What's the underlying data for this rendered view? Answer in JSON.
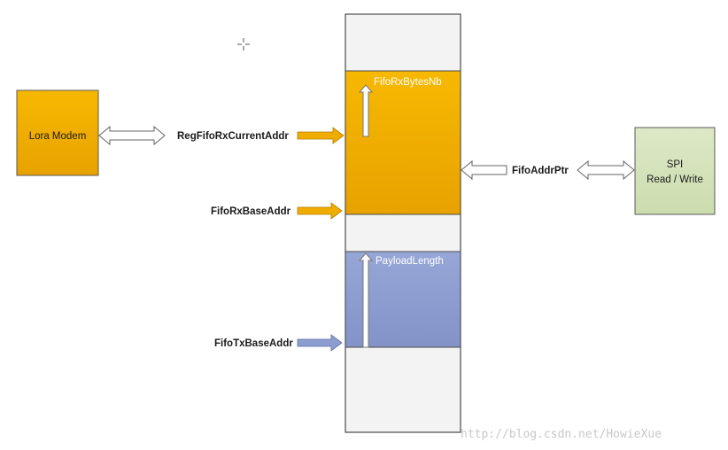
{
  "lora_modem": {
    "label": "Lora Modem"
  },
  "spi": {
    "line1": "SPI",
    "line2": "Read / Write"
  },
  "pointers": {
    "rx_current": "RegFifoRxCurrentAddr",
    "rx_base": "FifoRxBaseAddr",
    "tx_base": "FifoTxBaseAddr",
    "addr_ptr": "FifoAddrPtr"
  },
  "fifo": {
    "rx_bytes": "FifoRxBytesNb",
    "payload_length": "PayloadLength"
  },
  "watermark": "http://blog.csdn.net/HowieXue",
  "colors": {
    "orange": "#f0ac00",
    "blue": "#8c9dcf",
    "green": "#d7e4bd",
    "fifo_bg": "#f3f3f3"
  }
}
